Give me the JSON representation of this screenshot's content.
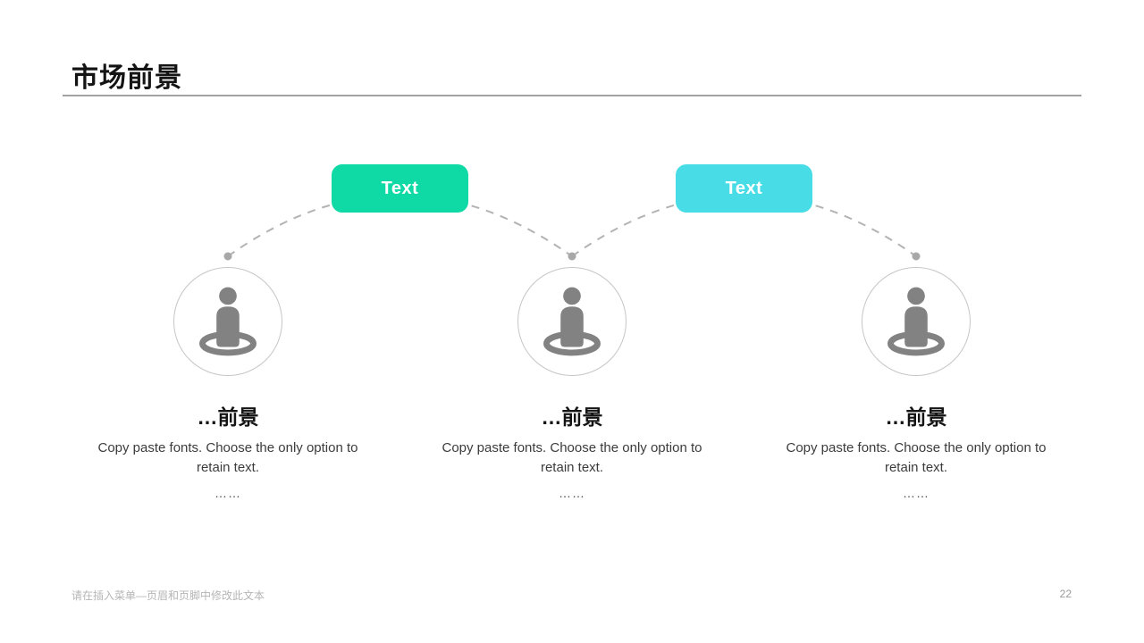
{
  "slide": {
    "title": "市场前景",
    "footer": "请在插入菜单—页眉和页脚中修改此文本",
    "page_number": "22"
  },
  "buttons": [
    {
      "label": "Text",
      "color": "#0fd9a4"
    },
    {
      "label": "Text",
      "color": "#48dde6"
    }
  ],
  "items": [
    {
      "icon": "person-pin-icon",
      "heading": "…前景",
      "body": "Copy paste fonts. Choose the only option to retain text.",
      "ellipsis": "……"
    },
    {
      "icon": "person-pin-icon",
      "heading": "…前景",
      "body": "Copy paste fonts. Choose the only option to retain text.",
      "ellipsis": "……"
    },
    {
      "icon": "person-pin-icon",
      "heading": "…前景",
      "body": "Copy paste fonts. Choose the only option to retain text.",
      "ellipsis": "……"
    }
  ],
  "colors": {
    "accent_green": "#0fd9a4",
    "accent_cyan": "#48dde6",
    "icon_gray": "#828282",
    "connector_gray": "#b3b3b3"
  }
}
